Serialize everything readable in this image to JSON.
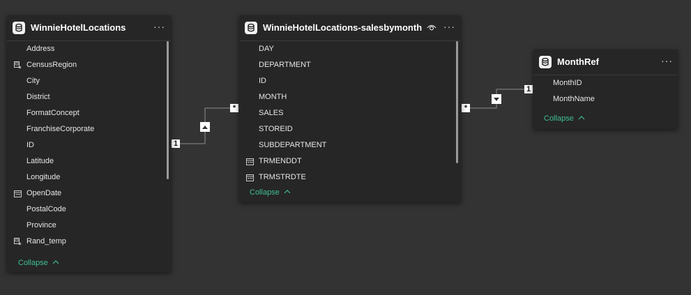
{
  "tables": [
    {
      "title": "WinnieHotelLocations",
      "fields": [
        {
          "label": "Address",
          "icon": ""
        },
        {
          "label": "CensusRegion",
          "icon": "hierarchy-icon"
        },
        {
          "label": "City",
          "icon": ""
        },
        {
          "label": "District",
          "icon": ""
        },
        {
          "label": "FormatConcept",
          "icon": ""
        },
        {
          "label": "FranchiseCorporate",
          "icon": ""
        },
        {
          "label": "ID",
          "icon": ""
        },
        {
          "label": "Latitude",
          "icon": ""
        },
        {
          "label": "Longitude",
          "icon": ""
        },
        {
          "label": "OpenDate",
          "icon": "calendar-icon"
        },
        {
          "label": "PostalCode",
          "icon": ""
        },
        {
          "label": "Province",
          "icon": ""
        },
        {
          "label": "Rand_temp",
          "icon": "hierarchy-icon"
        }
      ],
      "collapse_label": "Collapse"
    },
    {
      "title": "WinnieHotelLocations-salesbymonth",
      "fields": [
        {
          "label": "DAY",
          "icon": ""
        },
        {
          "label": "DEPARTMENT",
          "icon": ""
        },
        {
          "label": "ID",
          "icon": ""
        },
        {
          "label": "MONTH",
          "icon": ""
        },
        {
          "label": "SALES",
          "icon": ""
        },
        {
          "label": "STOREID",
          "icon": ""
        },
        {
          "label": "SUBDEPARTMENT",
          "icon": ""
        },
        {
          "label": "TRMENDDT",
          "icon": "calendar-icon"
        },
        {
          "label": "TRMSTRDTE",
          "icon": "calendar-icon"
        }
      ],
      "collapse_label": "Collapse"
    },
    {
      "title": "MonthRef",
      "fields": [
        {
          "label": "MonthID",
          "icon": ""
        },
        {
          "label": "MonthName",
          "icon": ""
        }
      ],
      "collapse_label": "Collapse"
    }
  ],
  "relationships": [
    {
      "from_card": "1",
      "to_card": "*",
      "direction_icon": "arrow-up-icon"
    },
    {
      "from_card": "*",
      "to_card": "1",
      "direction_icon": "arrow-down-icon"
    }
  ],
  "colors": {
    "canvas": "#333333",
    "card": "#262626",
    "accent": "#3fbf8f"
  }
}
